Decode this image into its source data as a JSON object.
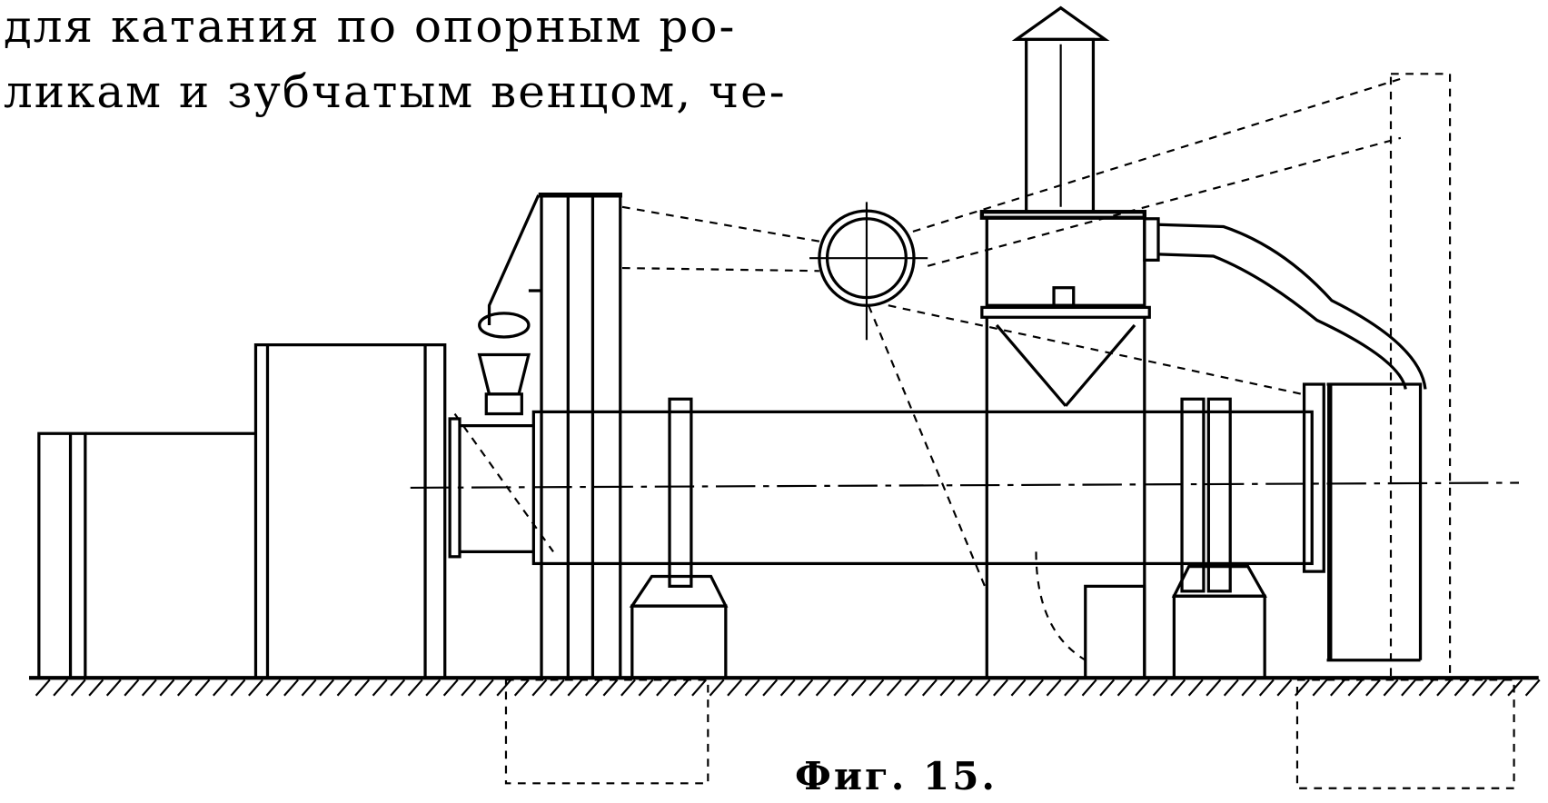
{
  "text": {
    "line1": "для катания по опорным ро-",
    "line2": "ликам и зубчатым венцом, че-"
  },
  "figure": {
    "caption": "Фиг. 15."
  }
}
